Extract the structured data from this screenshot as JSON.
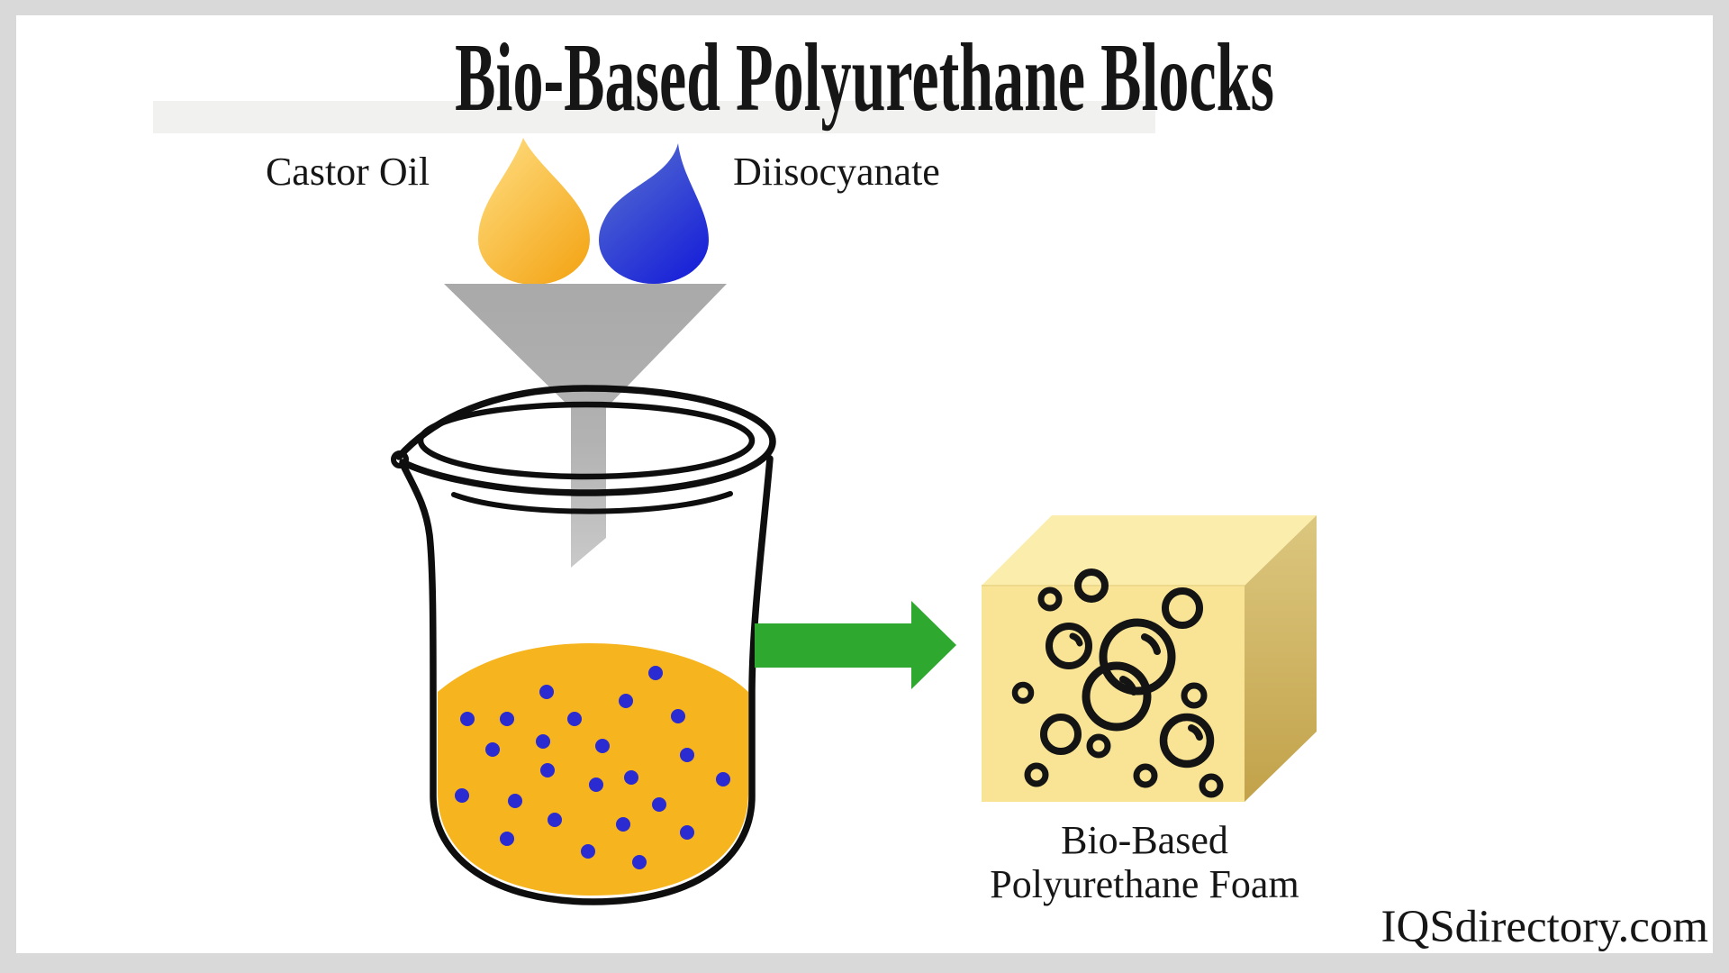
{
  "header": {
    "title": "Bio-Based Polyurethane Blocks"
  },
  "diagram": {
    "ingredients": [
      {
        "label": "Castor Oil",
        "icon": "castor-oil-droplet-icon",
        "color_start": "#FFDF84",
        "color_end": "#F4A71A"
      },
      {
        "label": "Diisocyanate",
        "icon": "diisocyanate-droplet-icon",
        "color_start": "#5A74CF",
        "color_end": "#1B24D8"
      }
    ],
    "mixing": {
      "funnel_icon": "funnel-icon",
      "beaker_icon": "beaker-icon",
      "liquid_color": "#F6B41F",
      "dot_color": "#2B2BD2",
      "dot_count": 24
    },
    "process_arrow": {
      "icon": "arrow-right-icon",
      "color": "#2FA82F"
    },
    "product": {
      "label_line1": "Bio-Based",
      "label_line2": "Polyurethane Foam",
      "icon": "foam-block-icon",
      "front_color": "#F9E495",
      "top_color": "#FBEDAC",
      "side_color": "#C9A852",
      "bubble_color": "#141414"
    }
  },
  "footer": {
    "watermark": "IQSdirectory.com"
  },
  "colors": {
    "frame": "#D9D9D9",
    "canvas": "#FFFFFF",
    "band": "#F1F1F0",
    "text": "#161616",
    "stroke": "#0E0E0E",
    "liquid": "#F6B41F",
    "dots": "#2B2BD2",
    "arrow": "#2FA82F",
    "funnel-light": "#C9C9C9",
    "funnel-dark": "#A9A9A9",
    "cube-front": "#F9E495",
    "cube-top": "#FBEDAC",
    "cube-side-light": "#DCC77F",
    "cube-side-dark": "#C2A24A",
    "bubbles": "#141414"
  }
}
